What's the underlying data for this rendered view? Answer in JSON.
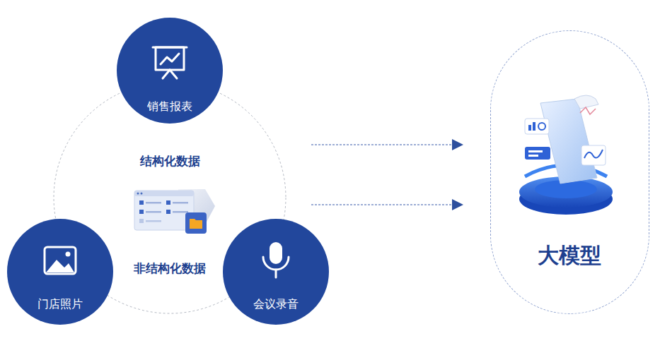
{
  "diagram": {
    "nodes": [
      {
        "text": [
          "结构化数据",
          "非结构化数据"
        ]
      },
      {
        "text": [
          "销售报表"
        ],
        "in": 0
      },
      {
        "text": [
          "门店照片"
        ],
        "in": 0
      },
      {
        "text": [
          "会议录音"
        ],
        "in": 0
      },
      {
        "text": [
          "大模型"
        ]
      }
    ],
    "edges": [
      {
        "from": 0,
        "to": 4,
        "arrow": "to"
      },
      {
        "from": 0,
        "to": 4,
        "arrow": "to"
      }
    ]
  }
}
